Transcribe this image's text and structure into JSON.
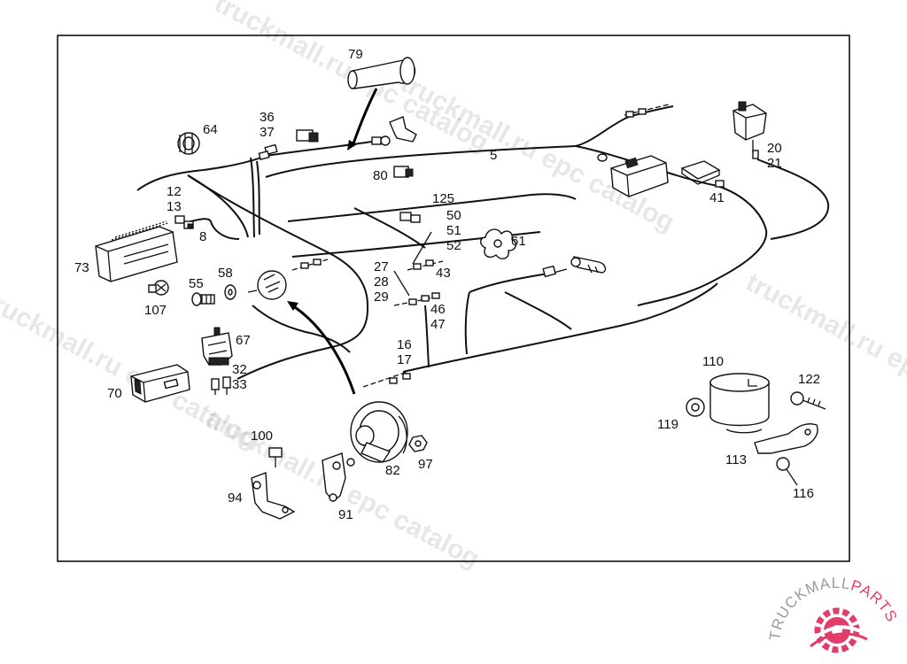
{
  "watermark": {
    "text_a": "truckmall.ru epc catalog",
    "text_b": "truckmall.ru epc catalog",
    "text_c": "truckmall.ru epc catalog",
    "text_d": "truckmall.ru epc catalog",
    "text_e": "truckmall.ru epc catalog"
  },
  "logo": {
    "brand_main": "TRUCKMALL",
    "brand_accent": "PARTS",
    "accent_color": "#e23c6a",
    "main_color": "#9a9a9a"
  },
  "callouts": {
    "c79": "79",
    "c64": "64",
    "c36": "36",
    "c37": "37",
    "c5": "5",
    "c80": "80",
    "c20": "20",
    "c21": "21",
    "c12": "12",
    "c13": "13",
    "c8": "8",
    "c125": "125",
    "c50": "50",
    "c51": "51",
    "c52": "52",
    "c41": "41",
    "c73": "73",
    "c61": "61",
    "c55": "55",
    "c58": "58",
    "c27": "27",
    "c28": "28",
    "c29": "29",
    "c43": "43",
    "c107": "107",
    "c46": "46",
    "c47": "47",
    "c67": "67",
    "c16": "16",
    "c17": "17",
    "c32": "32",
    "c33": "33",
    "c70": "70",
    "c110": "110",
    "c122": "122",
    "c119": "119",
    "c100": "100",
    "c82": "82",
    "c97": "97",
    "c113": "113",
    "c116": "116",
    "c94": "94",
    "c91": "91"
  }
}
